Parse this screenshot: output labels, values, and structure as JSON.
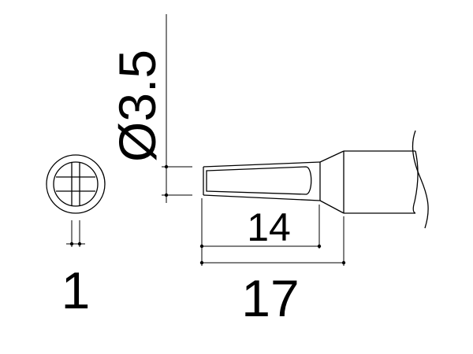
{
  "drawing": {
    "dimensions": {
      "diameter": "Ø3.5",
      "tip_width": "1",
      "length_inner": "14",
      "length_total": "17"
    }
  }
}
